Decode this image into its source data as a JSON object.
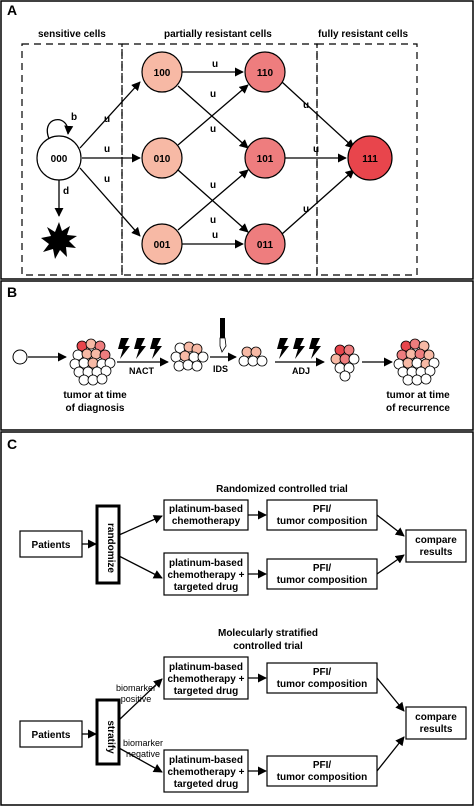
{
  "panelA": {
    "letter": "A",
    "groups": {
      "sensitive": "sensitive cells",
      "partial": "partially resistant cells",
      "full": "fully resistant cells"
    },
    "nodes": {
      "n000": "000",
      "n100": "100",
      "n010": "010",
      "n001": "001",
      "n110": "110",
      "n101": "101",
      "n011": "011",
      "n111": "111"
    },
    "edge_labels": {
      "u": "u",
      "b": "b",
      "d": "d"
    },
    "colors": {
      "level0": "#ffffff",
      "level1": "#f7b9a5",
      "level2": "#ee7d7e",
      "level3": "#e8454c"
    }
  },
  "panelB": {
    "letter": "B",
    "labels": {
      "nact": "NACT",
      "ids": "IDS",
      "adj": "ADJ",
      "diag1": "tumor at time",
      "diag2": "of diagnosis",
      "rec1": "tumor at time",
      "rec2": "of recurrence"
    }
  },
  "panelC": {
    "letter": "C",
    "rct_title": "Randomized controlled trial",
    "msct_title1": "Molecularly stratified",
    "msct_title2": "controlled trial",
    "patients": "Patients",
    "randomize": "randomize",
    "stratify": "stratify",
    "chemo1": "platinum-based",
    "chemo2": "chemotherapy",
    "chemo_t1": "platinum-based",
    "chemo_t2": "chemotherapy +",
    "chemo_t3": "targeted drug",
    "pfi1": "PFI/",
    "pfi2": "tumor composition",
    "compare1": "compare",
    "compare2": "results",
    "bm_pos1": "biomarker",
    "bm_pos2": "positive",
    "bm_neg1": "biomarker",
    "bm_neg2": "negative"
  }
}
